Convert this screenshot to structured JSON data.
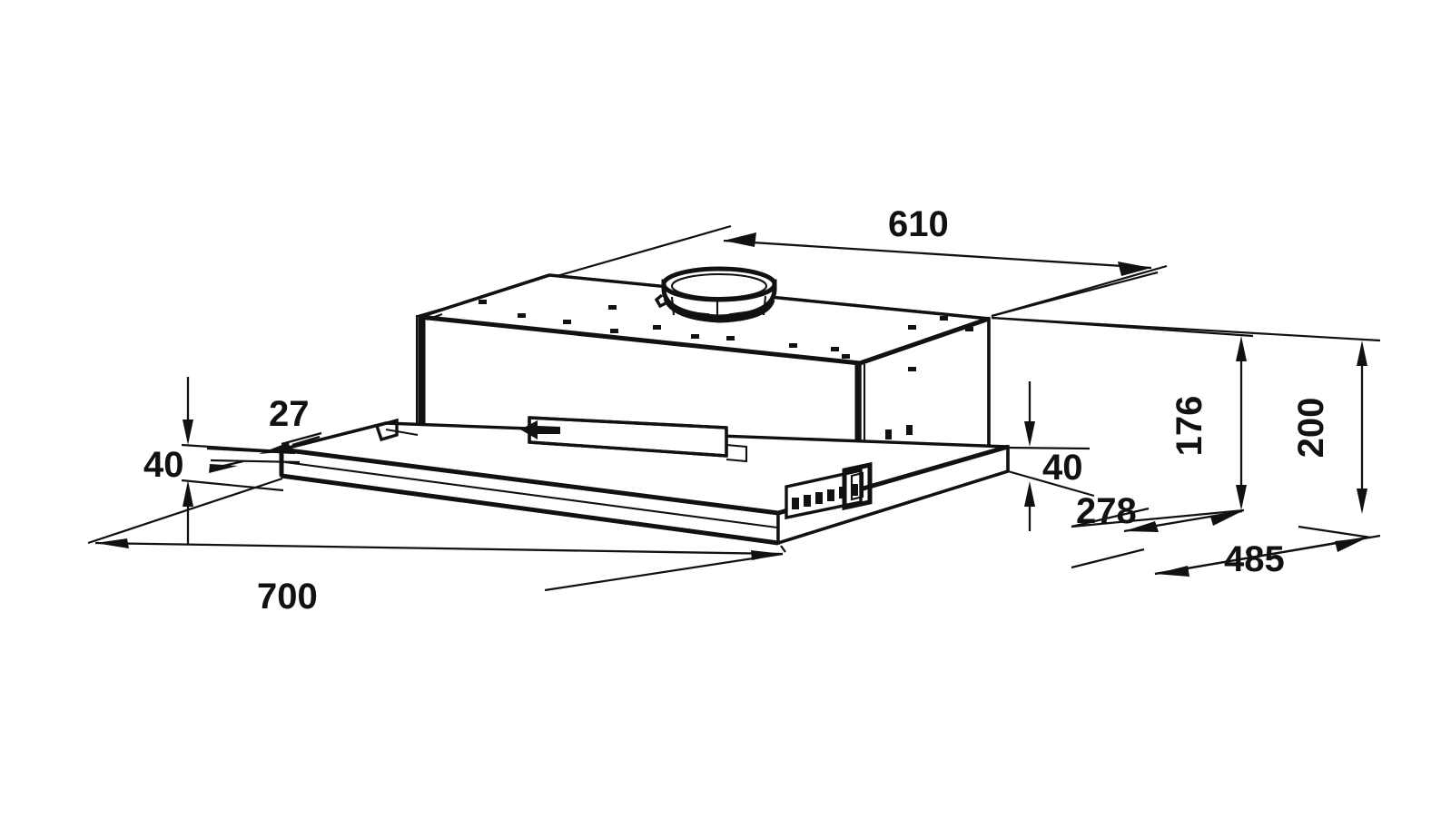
{
  "document": {
    "type": "technical-dimension-drawing",
    "subject": "telescopic slide-out kitchen range hood",
    "projection": "isometric",
    "units": "mm",
    "background_color": "#ffffff",
    "line_color": "#111111"
  },
  "dimensions": {
    "top_width": {
      "value": "610",
      "label": "610",
      "orientation": "horizontal",
      "location": "top"
    },
    "overall_width": {
      "value": "700",
      "label": "700",
      "orientation": "horizontal",
      "location": "bottom-left"
    },
    "depth": {
      "value": "485",
      "label": "485",
      "orientation": "horizontal",
      "location": "bottom-right"
    },
    "total_height": {
      "value": "200",
      "label": "200",
      "orientation": "vertical-rotated",
      "location": "right-outer"
    },
    "body_height": {
      "value": "176",
      "label": "176",
      "orientation": "vertical-rotated",
      "location": "right-inner"
    },
    "lower_depth": {
      "value": "278",
      "label": "278",
      "orientation": "horizontal",
      "location": "right-lower"
    },
    "panel_height_left": {
      "value": "40",
      "label": "40",
      "orientation": "horizontal",
      "location": "left"
    },
    "panel_height_right": {
      "value": "40",
      "label": "40",
      "orientation": "horizontal",
      "location": "right"
    },
    "panel_thickness": {
      "value": "27",
      "label": "27",
      "orientation": "horizontal",
      "location": "left-upper"
    }
  },
  "components": {
    "exhaust_collar": {
      "name": "round-exhaust-duct-collar",
      "shape": "cylinder"
    },
    "main_body": {
      "name": "hood-body-enclosure",
      "shape": "box"
    },
    "slide_panel": {
      "name": "telescopic-slide-out-panel"
    },
    "handle": {
      "name": "pull-handle-with-arrow",
      "arrow_direction": "left"
    },
    "control_switches": {
      "name": "slider-control-switches",
      "count": 6
    }
  }
}
